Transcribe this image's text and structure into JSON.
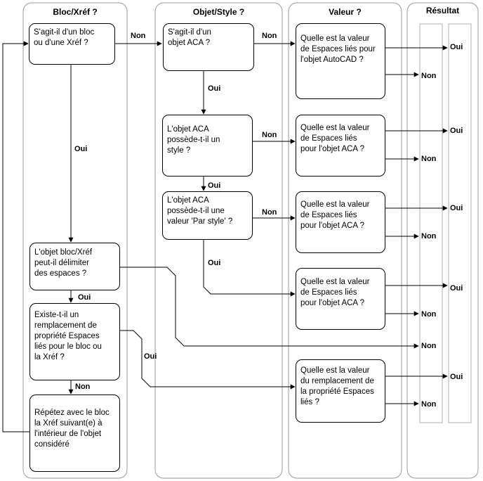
{
  "lanes": [
    {
      "id": "bloc",
      "title": "Bloc/Xréf ?"
    },
    {
      "id": "objet",
      "title": "Objet/Style ?"
    },
    {
      "id": "valeur",
      "title": "Valeur ?"
    },
    {
      "id": "resultat",
      "title": "Résultat"
    }
  ],
  "boxes": {
    "q_bloc": "S'agit-il d'un bloc\nou d'une Xréf ?",
    "q_aca": "S'agit-il d'un\nobjet ACA ?",
    "v_autocad": "Quelle est la valeur\nde Espaces liés pour\nl'objet AutoCAD ?",
    "q_style": "L'objet ACA\npossède-t-il un\nstyle ?",
    "v_aca1": "Quelle est la valeur\nde Espaces liés\npour l'objet ACA ?",
    "q_parstyle": "L'objet ACA\n possède-t-il une\nvaleur 'Par style' ?",
    "v_aca2": "Quelle est la valeur\nde Espaces liés\npour l'objet ACA ?",
    "q_delimiter": "L'objet bloc/Xréf\npeut-il délimiter\ndes espaces ?",
    "v_aca3": "Quelle est la valeur\nde Espaces liés\npour l'objet ACA ?",
    "q_remplacement": "Existe-t-il un\nremplacement de\npropriété Espaces\nliés pour le bloc ou\nla Xréf ?",
    "v_remplacement": "Quelle est la valeur\ndu remplacement de\nla propriété Espaces\nliés ?",
    "repeat": "Répétez avec le bloc\nla Xréf suivant(e) à\nl'intérieur de l'objet\nconsidéré"
  },
  "labels": {
    "oui": "Oui",
    "non": "Non"
  },
  "colors": {
    "line": "#000000",
    "lane_border": "#999999",
    "result_border": "#b0b0b0"
  }
}
